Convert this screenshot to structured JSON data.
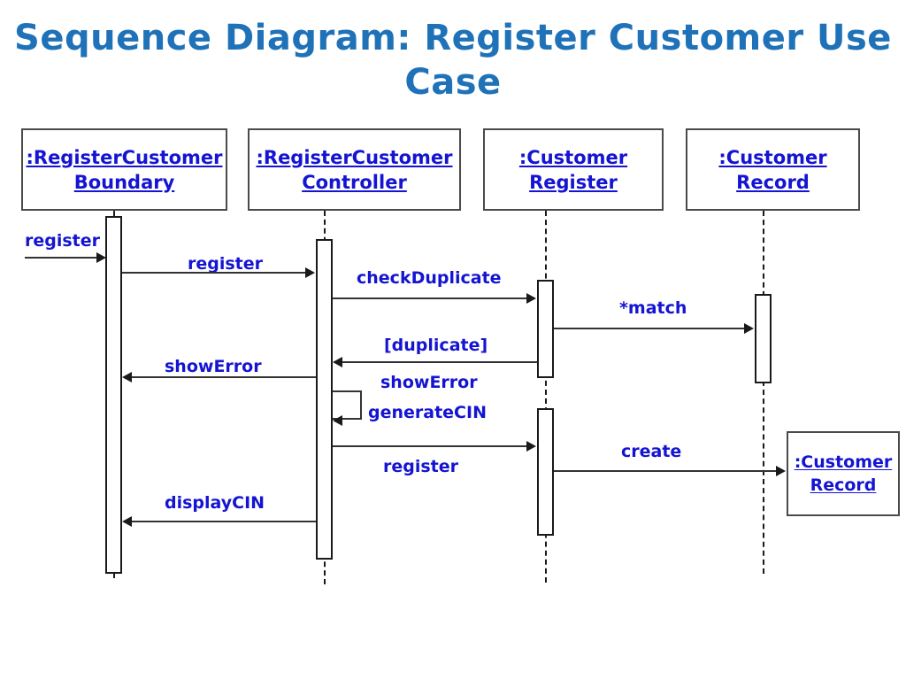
{
  "title": "Sequence Diagram: Register Customer Use Case",
  "colors": {
    "title_blue": "#1f72b8",
    "label_blue": "#1414d2",
    "line_dark": "#1a1a1a",
    "box_border": "#4a4a4a",
    "background": "#ffffff"
  },
  "lifelines": [
    {
      "id": "boundary",
      "label": ":RegisterCustomer\nBoundary"
    },
    {
      "id": "controller",
      "label": ":RegisterCustomer\nController"
    },
    {
      "id": "register",
      "label": ":Customer\nRegister"
    },
    {
      "id": "record",
      "label": ":Customer\nRecord"
    }
  ],
  "created_object": {
    "id": "record-instance",
    "label": ":Customer\nRecord"
  },
  "messages": [
    {
      "id": "m1",
      "label": "register",
      "from": "actor",
      "to": "boundary",
      "direction": "right"
    },
    {
      "id": "m2",
      "label": "register",
      "from": "boundary",
      "to": "controller",
      "direction": "right"
    },
    {
      "id": "m3",
      "label": "checkDuplicate",
      "from": "controller",
      "to": "register",
      "direction": "right"
    },
    {
      "id": "m4",
      "label": "*match",
      "from": "register",
      "to": "record",
      "direction": "right"
    },
    {
      "id": "m5",
      "label": "[duplicate]",
      "from": "register",
      "to": "controller",
      "direction": "left"
    },
    {
      "id": "m6",
      "label": "showError",
      "from": "controller",
      "to": "boundary",
      "direction": "left"
    },
    {
      "id": "m7",
      "label": "showError",
      "from": "register",
      "to": "controller",
      "direction": "left"
    },
    {
      "id": "m8",
      "label": "generateCIN",
      "from": "controller",
      "to": "controller",
      "direction": "self"
    },
    {
      "id": "m9",
      "label": "register",
      "from": "controller",
      "to": "register",
      "direction": "right"
    },
    {
      "id": "m10",
      "label": "create",
      "from": "register",
      "to": "record-instance",
      "direction": "right"
    },
    {
      "id": "m11",
      "label": "displayCIN",
      "from": "controller",
      "to": "boundary",
      "direction": "left"
    }
  ]
}
